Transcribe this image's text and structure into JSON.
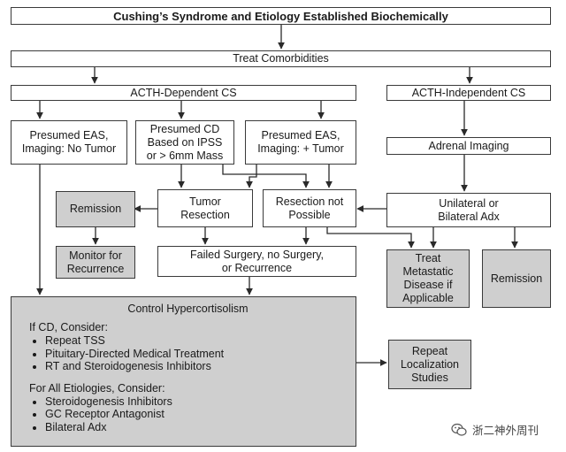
{
  "diagram": {
    "title": "Cushing’s Syndrome and Etiology Established Biochemically",
    "treat_comorbidities": "Treat Comorbidities",
    "acth_dependent": "ACTH-Dependent CS",
    "acth_independent": "ACTH-Independent CS",
    "presumed_eas_no_tumor": [
      "Presumed EAS,",
      "Imaging: No Tumor"
    ],
    "presumed_cd": [
      "Presumed CD",
      "Based on IPSS",
      "or > 6mm Mass"
    ],
    "presumed_eas_tumor": [
      "Presumed EAS,",
      "Imaging: + Tumor"
    ],
    "adrenal_imaging": "Adrenal Imaging",
    "remission_left": "Remission",
    "tumor_resection": [
      "Tumor",
      "Resection"
    ],
    "resection_not_possible": [
      "Resection not",
      "Possible"
    ],
    "unilateral_bilateral_adx": [
      "Unilateral or",
      "Bilateral Adx"
    ],
    "monitor_recurrence": [
      "Monitor for",
      "Recurrence"
    ],
    "failed_surgery": [
      "Failed Surgery, no Surgery,",
      "or Recurrence"
    ],
    "treat_metastatic": [
      "Treat",
      "Metastatic",
      "Disease if",
      "Applicable"
    ],
    "remission_right": "Remission",
    "control": {
      "title": "Control Hypercortisolism",
      "cd_heading": "If CD, Consider:",
      "cd_items": [
        "Repeat TSS",
        "Pituitary-Directed Medical Treatment",
        "RT and Steroidogenesis Inhibitors"
      ],
      "all_heading": "For All Etiologies, Consider:",
      "all_items": [
        "Steroidogenesis Inhibitors",
        "GC Receptor Antagonist",
        "Bilateral Adx"
      ]
    },
    "repeat_localization": [
      "Repeat",
      "Localization",
      "Studies"
    ]
  },
  "watermark": {
    "icon": "wechat-icon",
    "text": "浙二神外周刊"
  },
  "colors": {
    "border": "#3a3a3a",
    "gray_fill": "#cfcfcf",
    "arrow": "#2a2a2a"
  }
}
